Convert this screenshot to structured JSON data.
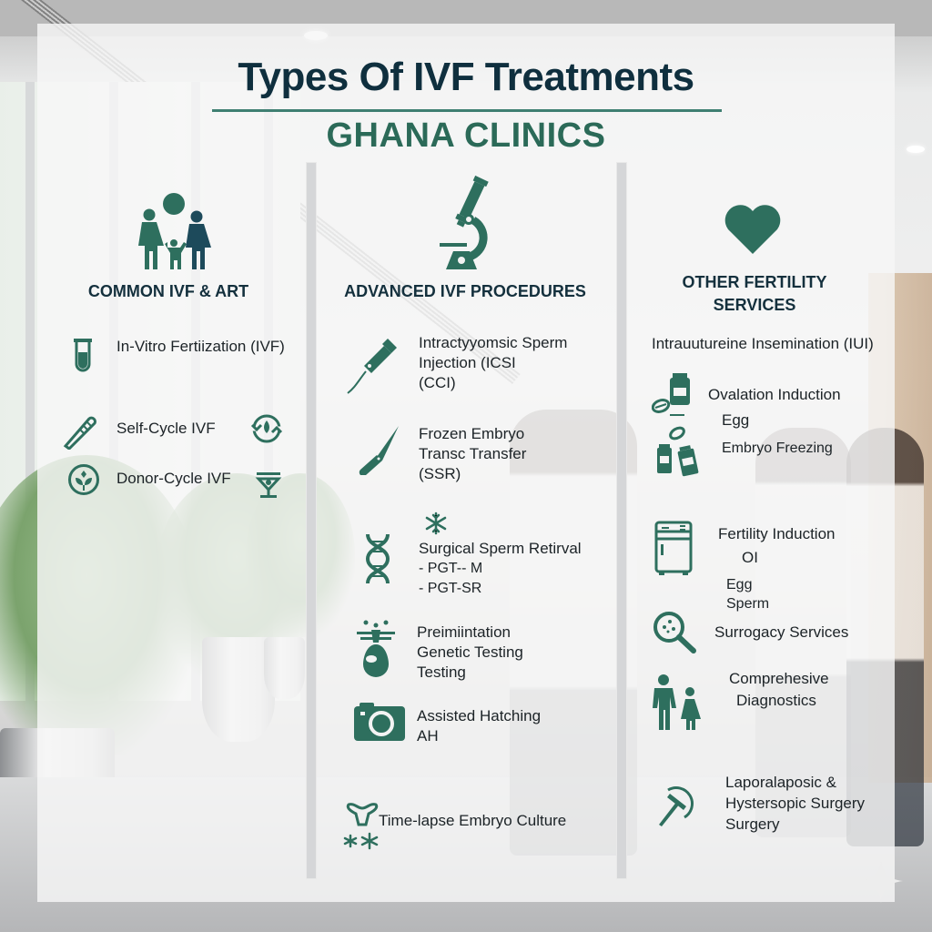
{
  "header": {
    "title": "Types Of IVF Treatments",
    "subtitle": "GHANA CLINICS"
  },
  "colors": {
    "title_navy": "#0f2f3e",
    "accent_green": "#2b6a58",
    "icon_green": "#2e6f5e",
    "icon_navy": "#1d4a5b",
    "rule_green": "#3f7f72",
    "panel": "#f6f6f6",
    "divider": "#d5d6d8"
  },
  "columns": [
    {
      "id": "common",
      "heading": "COMMON IVF & ART",
      "header_icon": "family-icon",
      "items": [
        {
          "icon": "test-tube-icon",
          "lines": [
            "In-Vitro Fertiization (IVF)"
          ]
        },
        {
          "icon": "pipette-icon",
          "lines": [
            "Self-Cycle IVF"
          ],
          "side_icon": "cycle-icon"
        },
        {
          "icon": "leaf-circle-icon",
          "lines": [
            "Donor-Cycle IVF"
          ],
          "side_icon": "lab-dish-icon"
        }
      ]
    },
    {
      "id": "advanced",
      "heading": "ADVANCED IVF PROCEDURES",
      "header_icon": "microscope-icon",
      "items": [
        {
          "icon": "injection-pipette-icon",
          "lines": [
            "Intractyyomsic Sperm",
            "Injection (ICSI",
            "(CCI)"
          ]
        },
        {
          "icon": "scalpel-icon",
          "lines": [
            "Frozen Embryo",
            "Transc Transfer",
            "(SSR)"
          ]
        },
        {
          "icon": "dna-icon",
          "extra_icon": "snowflake-icon",
          "lines": [
            "Surgical Sperm Retirval",
            "- PGT-- M",
            "- PGT-SR"
          ]
        },
        {
          "icon": "egg-biopsy-icon",
          "lines": [
            "Preimiintation",
            "Genetic Testing",
            "Testing"
          ]
        },
        {
          "icon": "camera-icon",
          "lines": [
            "Assisted Hatching",
            "AH"
          ]
        },
        {
          "icon": "uterus-snowflake-icon",
          "lines": [
            "Time-lapse Embryo Culture"
          ]
        }
      ]
    },
    {
      "id": "other",
      "heading_lines": [
        "OTHER FERTILITY",
        "SERVICES"
      ],
      "header_icon": "heart-icon",
      "items": [
        {
          "lines": [
            "Intrauutureine Insemination (IUI)"
          ]
        },
        {
          "icon": "medicine-bottles-icon",
          "lines": [
            "Ovalation Induction",
            "Egg",
            "Embryo Freezing"
          ]
        },
        {
          "icon": "freezer-icon",
          "lines": [
            "Fertility Induction",
            "OI",
            "Egg",
            "Sperm"
          ]
        },
        {
          "icon": "magnifier-icon",
          "lines": [
            "Surrogacy Services"
          ]
        },
        {
          "icon": "parent-child-icon",
          "lines": [
            "Comprehesive",
            "Diagnostics"
          ]
        },
        {
          "icon": "surgical-tool-icon",
          "lines": [
            "Laporalaposic &",
            "Hystersopic Surgery",
            "Surgery"
          ]
        }
      ]
    }
  ]
}
